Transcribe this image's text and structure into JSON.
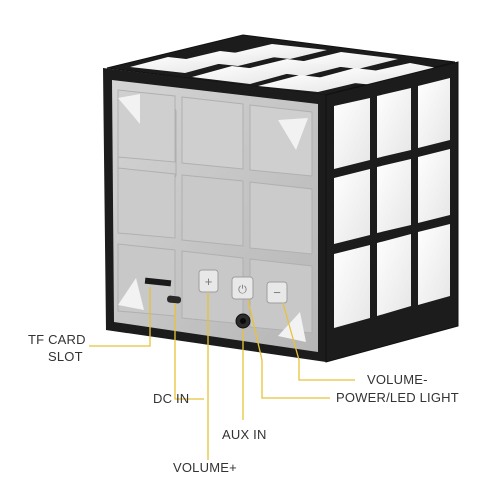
{
  "product": {
    "name": "cube-bluetooth-speaker",
    "colors": {
      "frame": "#1c1c1c",
      "tile": "#f4f4f4",
      "back_panel": "#c4c4c4",
      "leader_line": "#e8c23a",
      "label_text": "#333333"
    }
  },
  "callouts": {
    "tf_card_slot": {
      "line1": "TF CARD",
      "line2": "SLOT"
    },
    "dc_in": "DC IN",
    "aux_in": "AUX IN",
    "volume_plus": "VOLUME+",
    "volume_minus": "VOLUME-",
    "power_led_light": "POWER/LED LIGHT"
  },
  "buttons": {
    "plus_symbol": "+",
    "minus_symbol": "−",
    "power_symbol": "⏻"
  }
}
